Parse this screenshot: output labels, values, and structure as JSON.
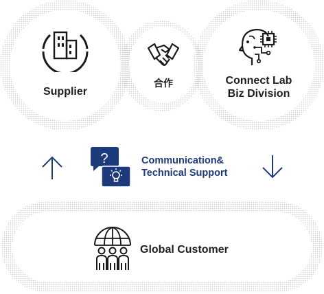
{
  "nodes": {
    "supplier": {
      "label": "Supplier",
      "icon": "building-icon"
    },
    "cooperation": {
      "label": "合作",
      "icon": "handshake-icon"
    },
    "connect_lab": {
      "line1": "Connect Lab",
      "line2": "Biz Division",
      "icon": "ai-head-chip-icon"
    }
  },
  "communication": {
    "line1": "Communication&",
    "line2": "Technical Support",
    "icon": "chat-bubbles-icon",
    "up_arrow_icon": "arrow-up-icon",
    "down_arrow_icon": "arrow-down-icon"
  },
  "customer": {
    "label": "Global Customer",
    "icon": "globe-people-icon"
  },
  "colors": {
    "accent": "#1d3a7a",
    "text": "#1f1f1f",
    "dots": "#c9c9c9"
  }
}
